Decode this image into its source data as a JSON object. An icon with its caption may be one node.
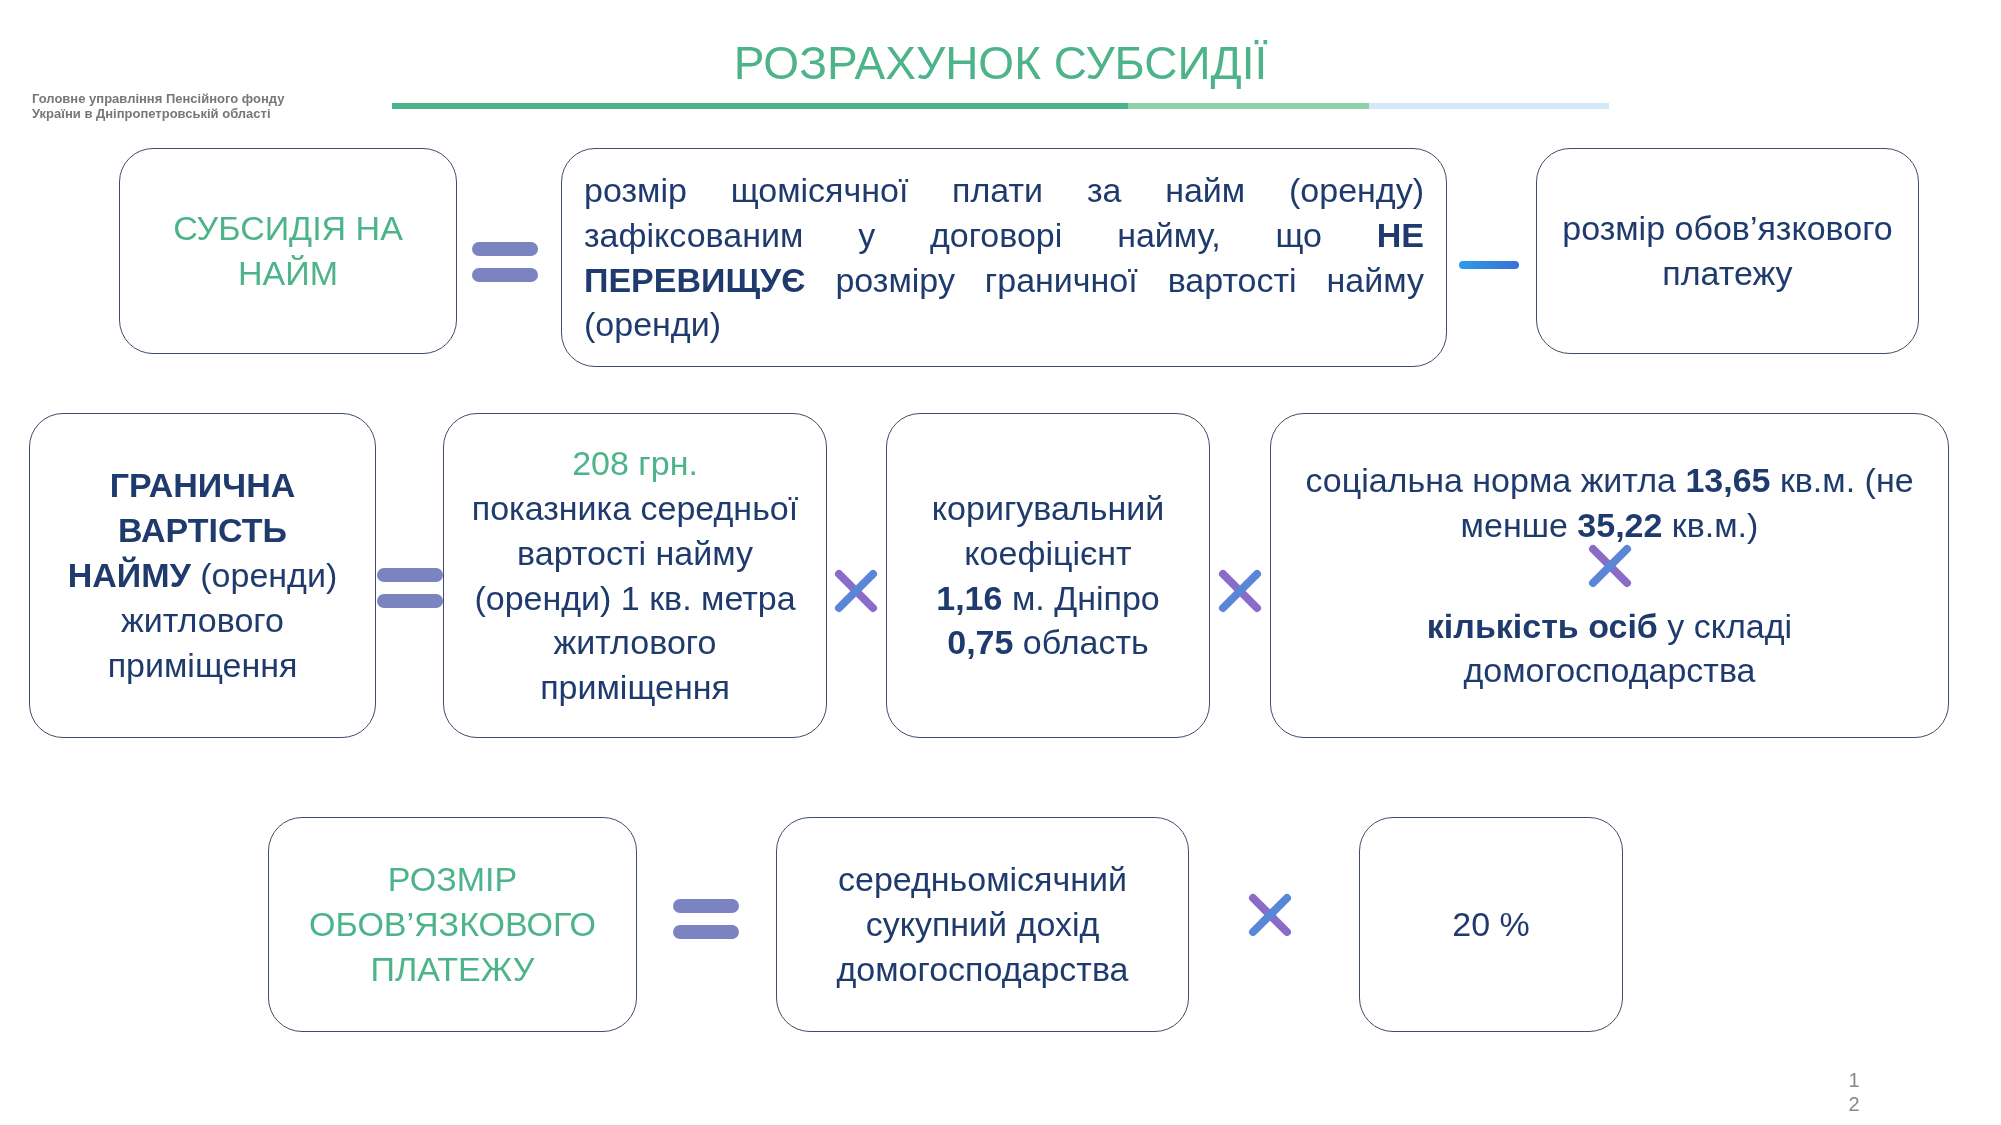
{
  "diagram": {
    "title": "РОЗРАХУНОК СУБСИДІЇ",
    "nodes": [
      {
        "text": [
          "СУБСИДІЯ НА НАЙМ"
        ]
      },
      {
        "text": [
          "розмір щомісячної плати за найм (оренду) зафіксованим у договорі найму, що **НЕ ПЕРЕВИЩУЄ** розміру граничної вартості найму (оренди)"
        ]
      },
      {
        "text": [
          "розмір обов’язкового платежу"
        ]
      },
      {
        "text": [
          "**ГРАНИЧНА ВАРТІСТЬ НАЙМУ** (оренди) житлового приміщення"
        ]
      },
      {
        "text": [
          "208 грн.",
          "показника середньої вартості найму (оренди) 1 кв. метра житлового приміщення"
        ]
      },
      {
        "text": [
          "коригувальний коефіцієнт",
          "**1,16** м. Дніпро",
          "**0,75** область"
        ]
      },
      {
        "text": [
          "соціальна норма житла **13,65** кв.м. (не менше **35,22** кв.м.)",
          "**кількість осіб** у складі домогосподарства"
        ]
      },
      {
        "text": [
          "РОЗМІР ОБОВ’ЯЗКОВОГО ПЛАТЕЖУ"
        ]
      },
      {
        "text": [
          "середньомісячний сукупний дохід домогосподарства"
        ]
      },
      {
        "text": [
          "20 %"
        ]
      }
    ],
    "labels": [
      "Головне управління Пенсійного фонду України в Дніпропетровській області",
      "12"
    ]
  }
}
